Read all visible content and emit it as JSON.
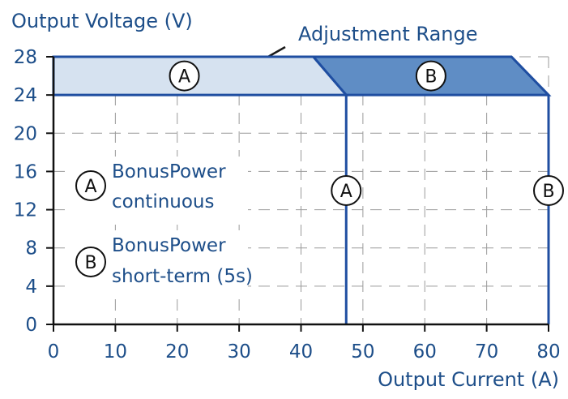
{
  "chart_data": {
    "type": "area",
    "ylabel": "Output Voltage (V)",
    "xlabel": "Output Current (A)",
    "xlim": [
      0,
      80
    ],
    "ylim": [
      0,
      28
    ],
    "xticks": [
      0,
      10,
      20,
      30,
      40,
      50,
      60,
      70,
      80
    ],
    "yticks": [
      0,
      4,
      8,
      12,
      16,
      20,
      24,
      28
    ],
    "grid": true,
    "annotation": "Adjustment Range",
    "regions": [
      {
        "id": "A",
        "label": "A",
        "polygon": [
          [
            0,
            24
          ],
          [
            0,
            28
          ],
          [
            42,
            28
          ],
          [
            47.3,
            24
          ]
        ],
        "fill": "#d6e2f0"
      },
      {
        "id": "B",
        "label": "B",
        "polygon": [
          [
            42,
            28
          ],
          [
            74,
            28
          ],
          [
            80,
            24
          ],
          [
            47.3,
            24
          ]
        ],
        "fill": "#5f8dc5"
      }
    ],
    "limits": [
      {
        "id": "A",
        "label": "A",
        "x": 47.3
      },
      {
        "id": "B",
        "label": "B",
        "x": 80
      }
    ],
    "legend": [
      {
        "marker": "A",
        "lines": [
          "BonusPower",
          "continuous"
        ]
      },
      {
        "marker": "B",
        "lines": [
          "BonusPower",
          "short-term (5s)"
        ]
      }
    ],
    "colors": {
      "line": "#1f4ea1",
      "text": "#1d4e89",
      "grid": "#9a9a9a"
    }
  }
}
